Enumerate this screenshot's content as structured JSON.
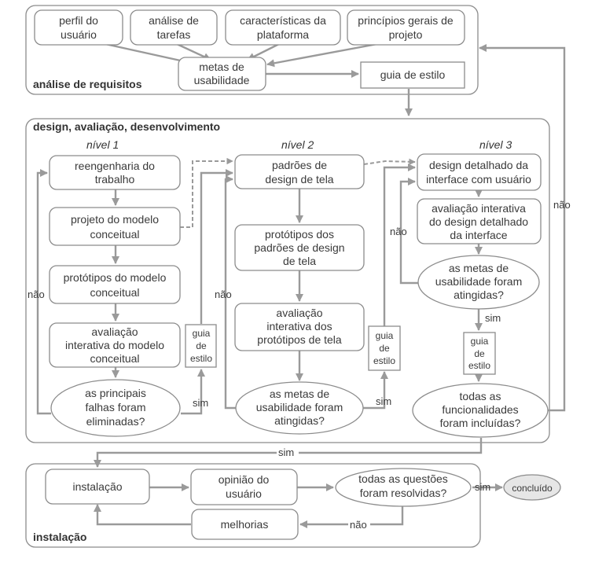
{
  "sections": {
    "requirements": "análise de requisitos",
    "design": "design, avaliação, desenvolvimento",
    "installation": "instalação"
  },
  "levels": [
    "nível 1",
    "nível 2",
    "nível 3"
  ],
  "requirements": {
    "user_profile": [
      "perfil do",
      "usuário"
    ],
    "task_analysis": [
      "análise de",
      "tarefas"
    ],
    "platform": [
      "características da",
      "plataforma"
    ],
    "principles": [
      "princípios gerais de",
      "projeto"
    ],
    "goals": [
      "metas de",
      "usabilidade"
    ],
    "style_guide": "guia de estilo"
  },
  "level1": {
    "reengineering": [
      "reengenharia do",
      "trabalho"
    ],
    "conceptual_model": [
      "projeto do modelo",
      "conceitual"
    ],
    "prototypes": [
      "protótipos do modelo",
      "conceitual"
    ],
    "evaluation": [
      "avaliação",
      "interativa do modelo",
      "conceitual"
    ],
    "decision": [
      "as principais",
      "falhas foram",
      "eliminadas?"
    ],
    "style_guide": [
      "guia",
      "de",
      "estilo"
    ]
  },
  "level2": {
    "patterns": [
      "padrões de",
      "design de tela"
    ],
    "prototypes": [
      "protótipos dos",
      "padrões de design",
      "de tela"
    ],
    "evaluation": [
      "avaliação",
      "interativa dos",
      "protótipos de tela"
    ],
    "decision": [
      "as metas de",
      "usabilidade foram",
      "atingidas?"
    ],
    "style_guide": [
      "guia",
      "de",
      "estilo"
    ]
  },
  "level3": {
    "detailed": [
      "design detalhado da",
      "interface com usuário"
    ],
    "evaluation": [
      "avaliação interativa",
      "do design detalhado",
      "da interface"
    ],
    "decision": [
      "as metas de",
      "usabilidade foram",
      "atingidas?"
    ],
    "style_guide": [
      "guia",
      "de",
      "estilo"
    ],
    "all_functions": [
      "todas as",
      "funcionalidades",
      "foram incluídas?"
    ]
  },
  "installation": {
    "install": "instalação",
    "feedback": [
      "opinião do",
      "usuário"
    ],
    "issues": [
      "todas as questões",
      "foram resolvidas?"
    ],
    "improvements": "melhorias",
    "done": "concluído"
  },
  "edge_labels": {
    "yes": "sim",
    "no": "não"
  }
}
